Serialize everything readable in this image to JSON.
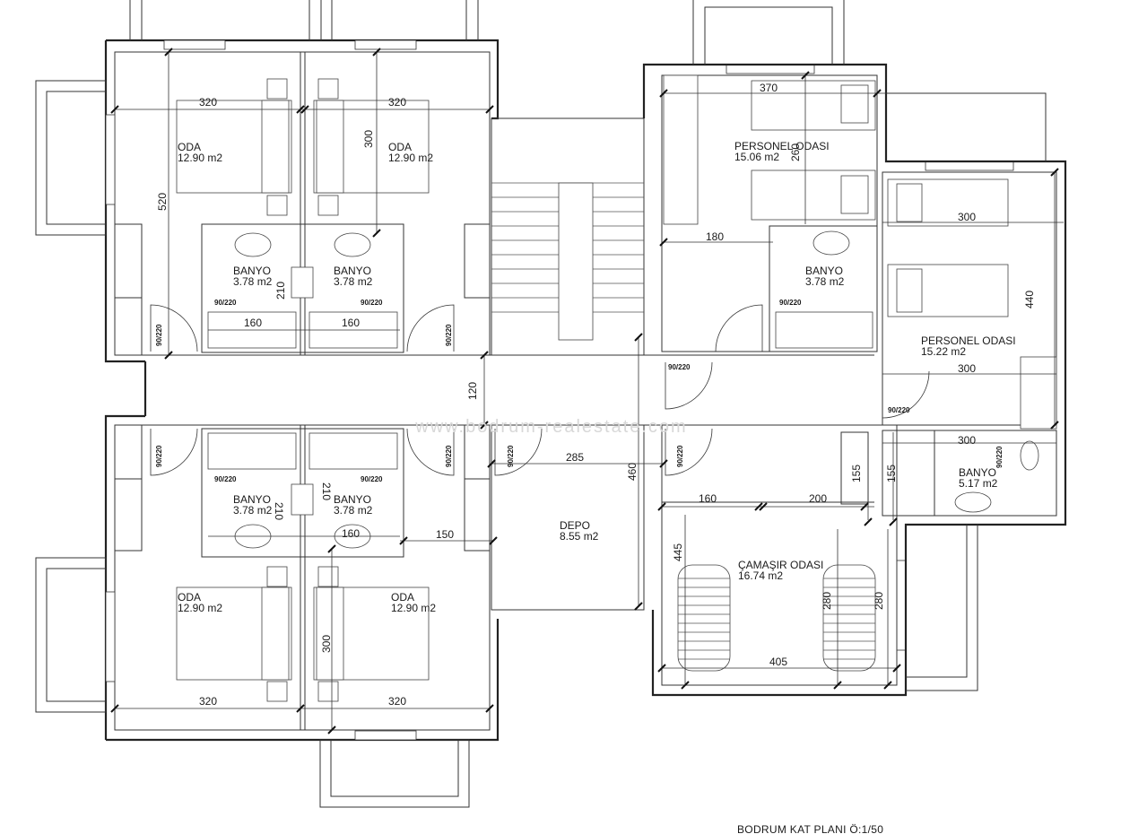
{
  "plan_title": "BODRUM KAT PLANI Ö:1/50",
  "watermark": "www.bodrum-realestate.com",
  "rooms": {
    "oda_tl": {
      "name": "ODA",
      "area": "12.90 m2"
    },
    "oda_tr": {
      "name": "ODA",
      "area": "12.90 m2"
    },
    "oda_bl": {
      "name": "ODA",
      "area": "12.90 m2"
    },
    "oda_br": {
      "name": "ODA",
      "area": "12.90 m2"
    },
    "banyo_tl": {
      "name": "BANYO",
      "area": "3.78 m2"
    },
    "banyo_tr": {
      "name": "BANYO",
      "area": "3.78 m2"
    },
    "banyo_bl": {
      "name": "BANYO",
      "area": "3.78 m2"
    },
    "banyo_br": {
      "name": "BANYO",
      "area": "3.78 m2"
    },
    "personel_1": {
      "name": "PERSONEL ODASI",
      "area": "15.06 m2"
    },
    "personel_2": {
      "name": "PERSONEL ODASI",
      "area": "15.22 m2"
    },
    "banyo_p": {
      "name": "BANYO",
      "area": "3.78 m2"
    },
    "banyo_small": {
      "name": "BANYO",
      "area": "5.17 m2"
    },
    "depo": {
      "name": "DEPO",
      "area": "8.55 m2"
    },
    "camasir": {
      "name": "ÇAMAŞIR ODASI",
      "area": "16.74 m2"
    }
  },
  "dims": {
    "d320_a": "320",
    "d320_b": "320",
    "d320_c": "320",
    "d320_d": "320",
    "d300_a": "300",
    "d300_b": "300",
    "d300_c": "300",
    "d300_d": "300",
    "d300_e": "300",
    "d520": "520",
    "d210_a": "210",
    "d210_b": "210",
    "d210_c": "210",
    "d160_a": "160",
    "d160_b": "160",
    "d160_c": "160",
    "d160_d": "160",
    "d120": "120",
    "d370": "370",
    "d260": "260",
    "d180": "180",
    "d440": "440",
    "d285": "285",
    "d460": "460",
    "d200": "200",
    "d155_a": "155",
    "d155_b": "155",
    "d150": "150",
    "d445": "445",
    "d405": "405",
    "d280_a": "280",
    "d280_b": "280"
  },
  "door_tag": "90/220"
}
